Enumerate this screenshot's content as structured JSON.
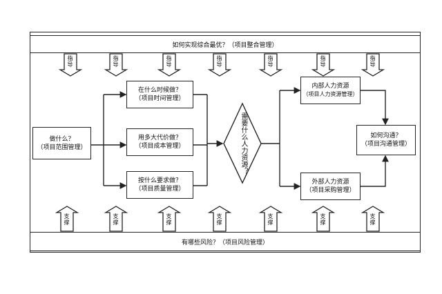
{
  "top_bar": {
    "text": "如何实现综合最优？（项目整合管理）"
  },
  "bottom_bar": {
    "text": "有哪些风险？（项目风险管理）"
  },
  "guide_label": "指导",
  "support_label": "支撑",
  "left_box": {
    "line1": "做什么？",
    "line2": "（项目范围管理）"
  },
  "middle_boxes": [
    {
      "line1": "在什么时候做？",
      "line2": "（项目时间管理）"
    },
    {
      "line1": "用多大代价做？",
      "line2": "（项目成本管理）"
    },
    {
      "line1": "按什么要求做？",
      "line2": "（项目质量管理）"
    }
  ],
  "diamond": {
    "text": "需要什么人力资源？"
  },
  "right_boxes": [
    {
      "line1": "内部人力资源",
      "line2": "（项目人力资源管理）"
    },
    {
      "line1": "外部人力资源",
      "line2": "（项目采购管理）"
    }
  ],
  "far_right_box": {
    "line1": "如何沟通？",
    "line2": "（项目沟通管理）"
  }
}
